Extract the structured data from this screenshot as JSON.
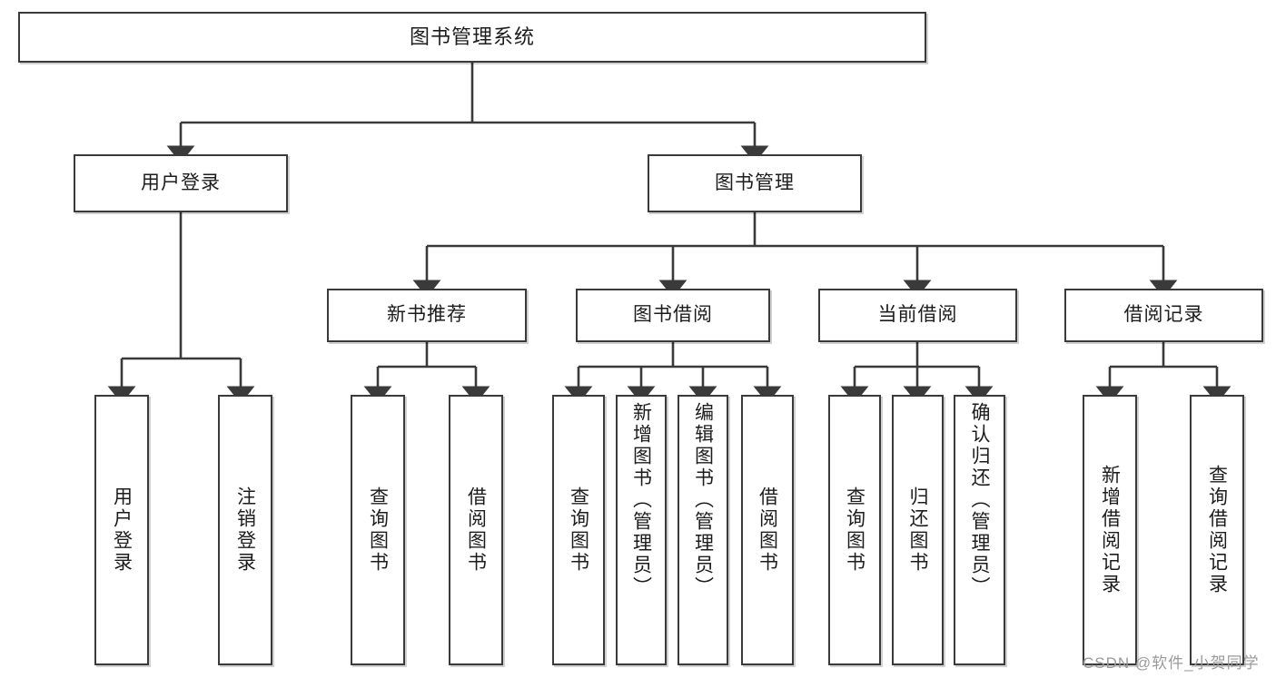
{
  "diagram": {
    "title": "图书管理系统",
    "type": "tree-hierarchy",
    "root": {
      "label": "图书管理系统"
    },
    "level2": [
      {
        "label": "用户登录"
      },
      {
        "label": "图书管理"
      }
    ],
    "level3": [
      {
        "label": "新书推荐"
      },
      {
        "label": "图书借阅"
      },
      {
        "label": "当前借阅"
      },
      {
        "label": "借阅记录"
      }
    ],
    "leaves": {
      "user_login": [
        {
          "label": "用户登录"
        },
        {
          "label": "注销登录"
        }
      ],
      "new_book_recommend": [
        {
          "label": "查询图书"
        },
        {
          "label": "借阅图书"
        }
      ],
      "book_borrow": [
        {
          "label": "查询图书"
        },
        {
          "label": "新增图书（管理员）"
        },
        {
          "label": "编辑图书（管理员）"
        },
        {
          "label": "借阅图书"
        }
      ],
      "current_borrow": [
        {
          "label": "查询图书"
        },
        {
          "label": "归还图书"
        },
        {
          "label": "确认归还（管理员）"
        }
      ],
      "borrow_record": [
        {
          "label": "新增借阅记录"
        },
        {
          "label": "查询借阅记录"
        }
      ]
    }
  },
  "watermark": {
    "text": "CSDN @软件_小贺同学"
  },
  "colors": {
    "border": "#3a3a3a",
    "text": "#1c1c1c",
    "background": "#ffffff",
    "watermark": "#9a9a9a"
  }
}
